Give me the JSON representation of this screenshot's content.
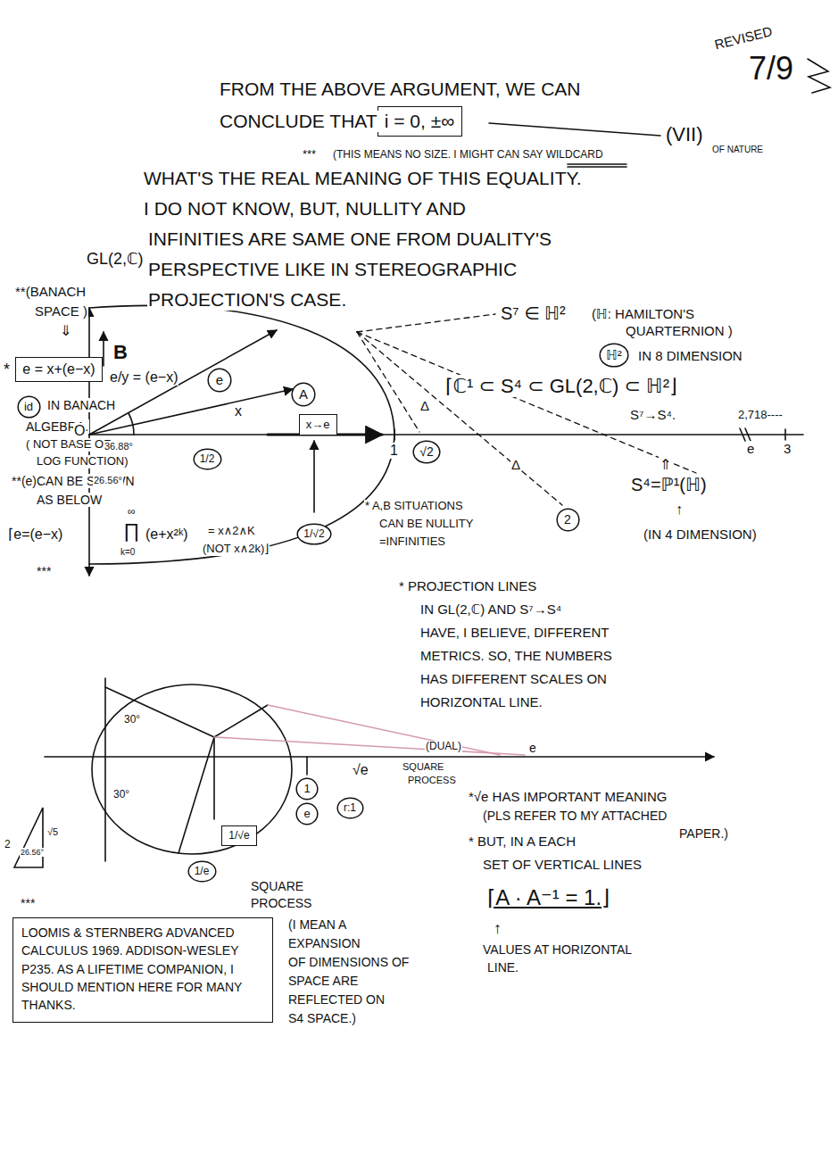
{
  "diagram": {
    "nodes": [
      {
        "text": [
          "i = 0, ±∞"
        ]
      },
      {
        "text": [
          "e = x+(e−x)"
        ]
      },
      {
        "text": [
          "id"
        ]
      },
      {
        "text": [
          "ℍ²"
        ]
      },
      {
        "text": [
          "e"
        ]
      },
      {
        "text": [
          "A"
        ]
      },
      {
        "text": [
          "x→e"
        ]
      },
      {
        "text": [
          "1/2"
        ]
      },
      {
        "text": [
          "√2"
        ]
      },
      {
        "text": [
          "2"
        ]
      },
      {
        "text": [
          "1/√2"
        ]
      },
      {
        "text": [
          "1"
        ]
      },
      {
        "text": [
          "e"
        ]
      },
      {
        "text": [
          "r:1"
        ]
      },
      {
        "text": [
          "1/√e"
        ]
      },
      {
        "text": [
          "1/e"
        ]
      },
      {
        "text": [
          "LOOMIS & STERNBERG ADVANCED CALCULUS 1969. ADDISON-WESLEY P235. AS A LIFETIME COMPANION, I SHOULD MENTION HERE FOR MANY THANKS."
        ]
      }
    ],
    "labels": [
      "REVISED",
      "7/9",
      "FROM THE ABOVE ARGUMENT, WE CAN",
      "CONCLUDE THAT",
      "(VII)",
      "OF NATURE",
      "***",
      "(THIS MEANS NO SIZE. I MIGHT CAN SAY WILDCARD",
      "WHAT'S THE REAL MEANING OF THIS EQUALITY.",
      "I DO NOT KNOW, BUT, NULLITY AND",
      "INFINITIES ARE SAME ONE FROM DUALITY'S",
      "PERSPECTIVE LIKE IN STEREOGRAPHIC",
      "PROJECTION'S CASE.",
      "GL(2,ℂ)",
      "S⁷ ∈ ℍ²",
      "(ℍ: HAMILTON'S",
      "QUARTERNION )",
      "IN 8 DIMENSION",
      "**(BANACH",
      "SPACE )",
      "⇓",
      "*",
      "IN BANACH",
      "ALGEBRA.",
      "( NOT BASE OF",
      "LOG FUNCTION)",
      "**(e)CAN BE SHOWN",
      "AS BELOW",
      "⌈e=(e−x)",
      "∞",
      "∏",
      "k=0",
      "(e+x²ᵏ)",
      "= x∧2∧K",
      "(NOT x∧2k)⌋",
      "***",
      "B",
      "e/y = (e−x)",
      "x",
      "O",
      "36.88°",
      "26.56°",
      "1",
      "* A,B SITUATIONS",
      "CAN BE NULLITY",
      "=INFINITIES",
      "Δ",
      "Δ",
      "⌈ℂ¹ ⊂ S⁴ ⊂ GL(2,ℂ) ⊂ ℍ²⌋",
      "S⁷→S⁴.",
      "2,718----",
      "e",
      "3",
      "⇑",
      "S⁴=ℙ¹(ℍ)",
      "↑",
      "(IN 4 DIMENSION)",
      "* PROJECTION LINES",
      "IN GL(2,ℂ) AND S⁷→S⁴",
      "HAVE, I BELIEVE, DIFFERENT",
      "METRICS. SO, THE NUMBERS",
      "HAS DIFFERENT SCALES ON",
      "HORIZONTAL LINE.",
      "30°",
      "30°",
      "(DUAL)",
      "SQUARE",
      "PROCESS",
      "e",
      "√e",
      "SQUARE",
      "PROCESS",
      "(I MEAN A",
      "EXPANSION",
      "OF DIMENSIONS OF",
      "SPACE ARE",
      "REFLECTED ON",
      "S4 SPACE.)",
      "*√e HAS IMPORTANT MEANING",
      "(PLS REFER TO MY ATTACHED",
      "PAPER.)",
      "* BUT, IN A EACH",
      "SET OF VERTICAL LINES",
      "⌈A · A⁻¹ = 1.⌋",
      "↑",
      "VALUES AT HORIZONTAL",
      "LINE.",
      "***",
      "2",
      "26.56°",
      "√5"
    ]
  }
}
